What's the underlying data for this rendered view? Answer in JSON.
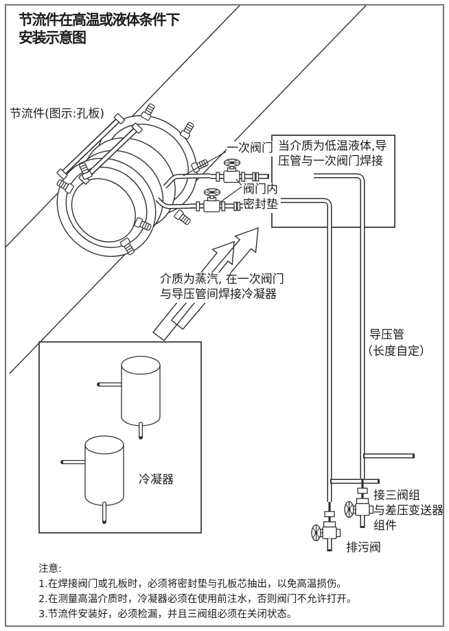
{
  "title": {
    "line1": "节流件在高温或液体条件下",
    "line2": "安装示意图"
  },
  "labels": {
    "throttle_device": "节流件(图示:孔板)",
    "primary_valve": "一次阀门",
    "valve_gasket_line1": "阀门内",
    "valve_gasket_line2": "密封垫",
    "low_temp_note_line1": "当介质为低温液体,导",
    "low_temp_note_line2": "压管与一次阀门焊接",
    "steam_note_line1": "介质为蒸汽, 在一次阀门",
    "steam_note_line2": "与导压管间焊接冷凝器",
    "impulse_pipe_line1": "导压管",
    "impulse_pipe_line2": "（长度自定）",
    "condenser": "冷凝器",
    "manifold_note_line1": "接三阀组",
    "manifold_note_line2": "与差压变送器",
    "manifold_note_line3": "组件",
    "drain_valve": "排污阀"
  },
  "notes": {
    "heading": "注意:",
    "items": [
      "1.在焊接阀门或孔板时，必须将密封垫与孔板芯抽出，以免高温损伤。",
      "2.在测量高温介质时，冷凝器必须在使用前注水，否则阀门不允许打开。",
      "3.节流件安装好，必须检漏，并且三阀组必须在关闭状态。"
    ]
  },
  "colors": {
    "line": "#2e2e2e",
    "text": "#1a1a1a",
    "background": "#ffffff",
    "border": "#7a7a7a"
  }
}
